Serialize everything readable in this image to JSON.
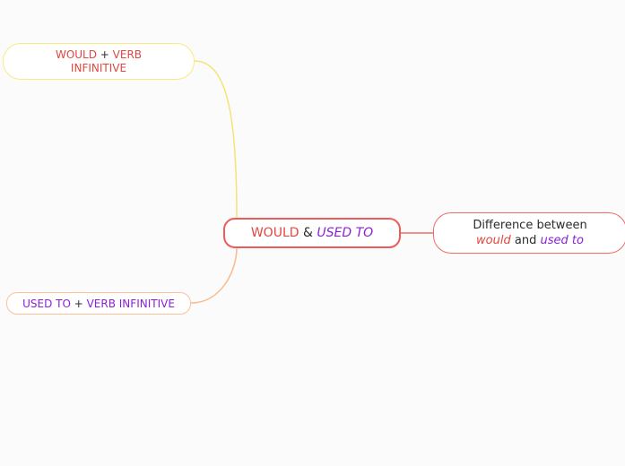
{
  "central": {
    "part1": "WOULD",
    "amp": " & ",
    "part2": "USED TO"
  },
  "right": {
    "line1": "Difference between",
    "would": "would",
    "and": " and ",
    "used_to": "used to"
  },
  "top_left": {
    "word1": "WOULD",
    "plus": " + ",
    "word2": "VERB",
    "line2": "INFINITIVE"
  },
  "bottom_left": {
    "word1": "USED TO",
    "plus": " + ",
    "word2": "VERB INFINITIVE"
  },
  "colors": {
    "central_border": "#ee5b5b",
    "right_connector": "#ef6b67",
    "top_connector": "#f3e473",
    "bottom_connector": "#f8b98b",
    "red_text": "#e2473f",
    "purple_text": "#8a22d6"
  }
}
